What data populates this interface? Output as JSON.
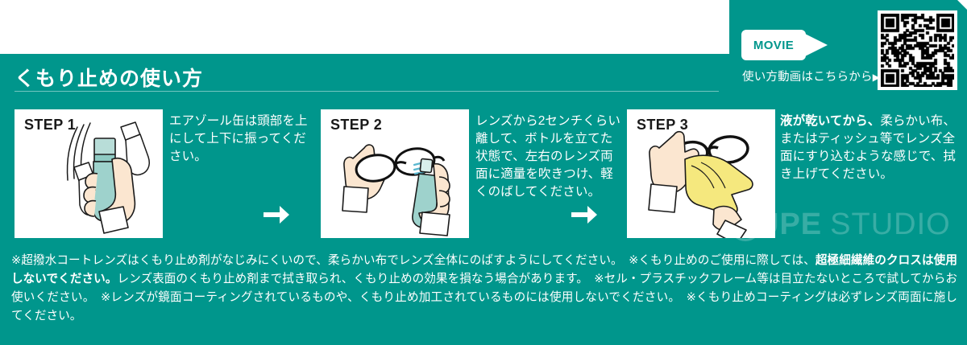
{
  "header": {
    "title": "くもり止めの使い方"
  },
  "movie": {
    "badge_label": "MOVIE",
    "caption": "使い方動画はこちらから",
    "caption_arrow": "▶",
    "qr_name": "qr-code",
    "teal": "#00968c"
  },
  "steps": [
    {
      "label": "STEP 1",
      "illustration": "hand-shaking-aerosol-bottle",
      "text_plain": "エアゾール缶は頭部を上にして上下に振ってください。",
      "text_html": "エアゾール缶は頭部を上にして上下に振ってください。"
    },
    {
      "label": "STEP 2",
      "illustration": "spraying-glasses-lens",
      "text_plain": "レンズから2センチくらい離して、ボトルを立てた状態で、左右のレンズ両面に適量を吹きつけ、軽くのばしてください。",
      "text_html": "レンズから2センチくらい離して、ボトルを立てた状態で、左右のレンズ両面に適量を吹きつけ、軽くのばしてください。"
    },
    {
      "label": "STEP 3",
      "illustration": "wiping-glasses-with-yellow-cloth",
      "text_plain": "液が乾いてから、柔らかい布、またはティッシュ等でレンズ全面にすり込むような感じで、拭き上げてください。",
      "text_html": "<b>液が乾いてから、</b>柔らかい布、またはティッシュ等でレンズ全面にすり込むような感じで、拭き上げてください。"
    }
  ],
  "arrows": {
    "glyph": "→",
    "name": "step-arrow"
  },
  "watermark": {
    "bold_text": "UPE",
    "light_text": "STUDIO"
  },
  "footnote": {
    "text_plain": "※超撥水コートレンズはくもり止め剤がなじみにくいので、柔らかい布でレンズ全体にのばすようにしてください。　※くもり止めのご使用に際しては、超極細繊維のクロスは使用しないでください。レンズ表面のくもり止め剤まで拭き取られ、くもり止めの効果を損なう場合があります。　※セル・プラスチックフレーム等は目立たないところで試してからお使いください。　※レンズが鏡面コーティングされているものや、くもり止め加工されているものには使用しないでください。　※くもり止めコーティングは必ずレンズ両面に施してください。",
    "text_html": "※超撥水コートレンズはくもり止め剤がなじみにくいので、柔らかい布でレンズ全体にのばすようにしてください。　※くもり止めのご使用に際しては、<b>超極細繊維のクロスは使用しないでください。</b>レンズ表面のくもり止め剤まで拭き取られ、くもり止めの効果を損なう場合があります。　※セル・プラスチックフレーム等は目立たないところで試してからお使いください。　※レンズが鏡面コーティングされているものや、くもり止め加工されているものには使用しないでください。　※くもり止めコーティングは必ずレンズ両面に施してください。"
  }
}
